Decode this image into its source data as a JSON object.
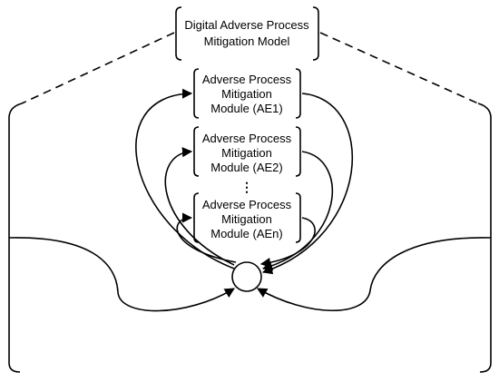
{
  "model": {
    "title_lines": [
      "Digital Adverse Process",
      "Mitigation Model"
    ]
  },
  "modules": [
    {
      "lines": [
        "Adverse Process",
        "Mitigation",
        "Module (AE1)"
      ]
    },
    {
      "lines": [
        "Adverse Process",
        "Mitigation",
        "Module (AE2)"
      ]
    },
    {
      "lines": [
        "Adverse Process",
        "Mitigation",
        "Module (AEn)"
      ]
    }
  ],
  "ellipsis": "⋮",
  "colors": {
    "stroke": "#000000",
    "background": "#ffffff"
  }
}
